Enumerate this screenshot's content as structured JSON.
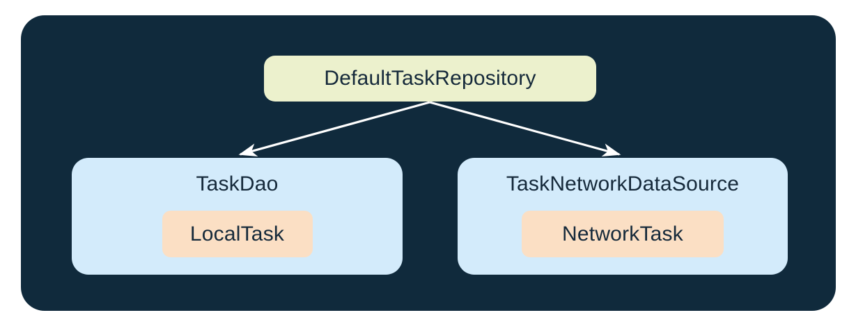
{
  "diagram": {
    "type": "hierarchy",
    "background_color": "#FFFFFF",
    "panel_color": "#102A3C",
    "title": "",
    "nodes": [
      {
        "id": "repository",
        "label": "DefaultTaskRepository",
        "role": "repository",
        "fill": "#ECF1CD",
        "text_color": "#15293A",
        "level": 0
      },
      {
        "id": "local-source",
        "label": "TaskDao",
        "role": "local-data-source",
        "fill": "#D3EBFB",
        "text_color": "#15293A",
        "level": 1,
        "model": {
          "label": "LocalTask",
          "fill": "#FBDFC4",
          "text_color": "#15293A"
        }
      },
      {
        "id": "network-source",
        "label": "TaskNetworkDataSource",
        "role": "network-data-source",
        "fill": "#D3EBFB",
        "text_color": "#15293A",
        "level": 1,
        "model": {
          "label": "NetworkTask",
          "fill": "#FBDFC4",
          "text_color": "#15293A"
        }
      }
    ],
    "edges": [
      {
        "from": "repository",
        "to": "local-source",
        "style": "solid-arrow",
        "color": "#FFFFFF"
      },
      {
        "from": "repository",
        "to": "network-source",
        "style": "solid-arrow",
        "color": "#FFFFFF"
      }
    ]
  }
}
